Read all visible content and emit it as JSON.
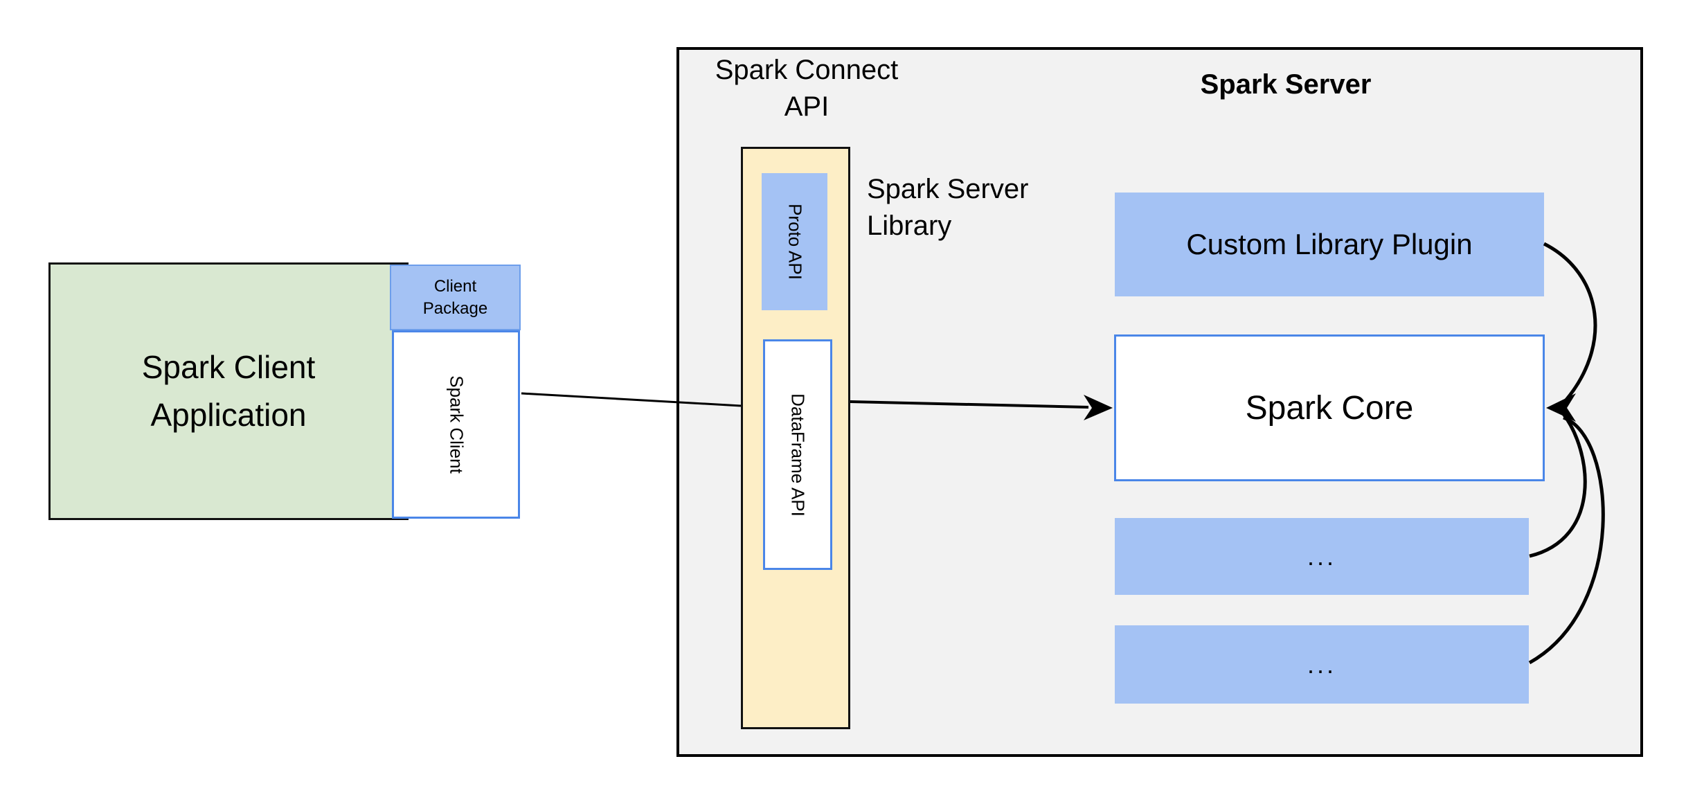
{
  "client": {
    "app_label": "Spark Client\nApplication",
    "package_label": "Client\nPackage",
    "spark_client_label": "Spark Client"
  },
  "connect": {
    "title": "Spark Connect\nAPI",
    "proto_api_label": "Proto API",
    "dataframe_api_label": "DataFrame API",
    "server_library_label": "Spark Server\nLibrary"
  },
  "server": {
    "title": "Spark Server",
    "plugin_label": "Custom Library Plugin",
    "core_label": "Spark Core",
    "more_label_1": "...",
    "more_label_2": "..."
  },
  "colors": {
    "green_fill": "#d9e8d1",
    "blue_fill": "#a4c2f4",
    "yellow_fill": "#fdeec6",
    "gray_fill": "#f2f2f2",
    "core_border": "#4a86e8",
    "package_border": "#6d9eeb",
    "line": "#000000"
  }
}
